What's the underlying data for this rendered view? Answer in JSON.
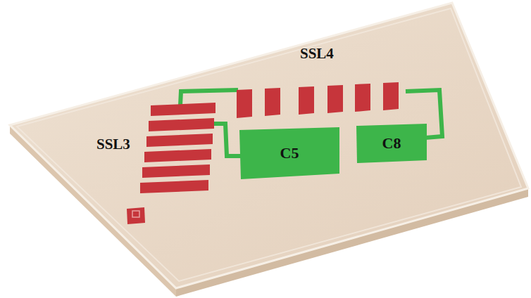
{
  "diagram": {
    "nodes": [
      {
        "text": [
          "C5"
        ]
      },
      {
        "text": [
          "C8"
        ]
      }
    ],
    "labels": [
      "SSL3",
      "SSL4"
    ]
  }
}
